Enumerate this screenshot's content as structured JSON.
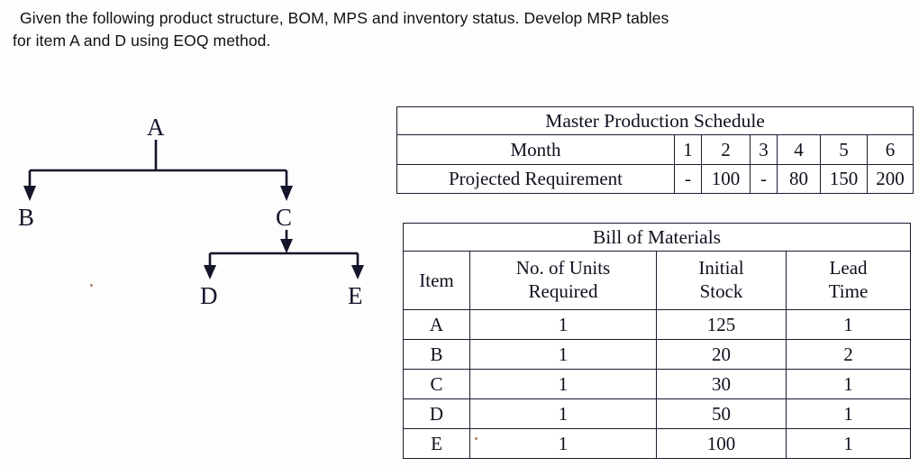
{
  "question": {
    "line1": "Given the following product structure, BOM, MPS and inventory status. Develop MRP tables",
    "line2": "for item A and D using EOQ method."
  },
  "product_structure": {
    "name": "product-structure-tree",
    "nodes": [
      {
        "id": "A",
        "label": "A",
        "level": 0
      },
      {
        "id": "B",
        "label": "B",
        "level": 1
      },
      {
        "id": "C",
        "label": "C",
        "level": 1
      },
      {
        "id": "D",
        "label": "D",
        "level": 2
      },
      {
        "id": "E",
        "label": "E",
        "level": 2
      }
    ],
    "edges": [
      {
        "from": "A",
        "to": "B"
      },
      {
        "from": "A",
        "to": "C"
      },
      {
        "from": "C",
        "to": "D"
      },
      {
        "from": "C",
        "to": "E"
      }
    ]
  },
  "mps": {
    "title": "Master Production Schedule",
    "month_label": "Month",
    "requirement_label": "Projected Requirement",
    "months": [
      "1",
      "2",
      "3",
      "4",
      "5",
      "6"
    ],
    "projected_requirement": [
      "-",
      "100",
      "-",
      "80",
      "150",
      "200"
    ]
  },
  "bom": {
    "title": "Bill of Materials",
    "headers": {
      "item": "Item",
      "units_line1": "No. of Units",
      "units_line2": "Required",
      "stock_line1": "Initial",
      "stock_line2": "Stock",
      "lead_line1": "Lead",
      "lead_line2": "Time"
    },
    "rows": [
      {
        "item": "A",
        "units": "1",
        "stock": "125",
        "lead": "1"
      },
      {
        "item": "B",
        "units": "1",
        "stock": "20",
        "lead": "2"
      },
      {
        "item": "C",
        "units": "1",
        "stock": "30",
        "lead": "1"
      },
      {
        "item": "D",
        "units": "1",
        "stock": "50",
        "lead": "1"
      },
      {
        "item": "E",
        "units": "1",
        "stock": "100",
        "lead": "1"
      }
    ]
  },
  "colors": {
    "ink": "#10101e",
    "rule": "#1a1a2e",
    "page": "#fdfdfd"
  }
}
